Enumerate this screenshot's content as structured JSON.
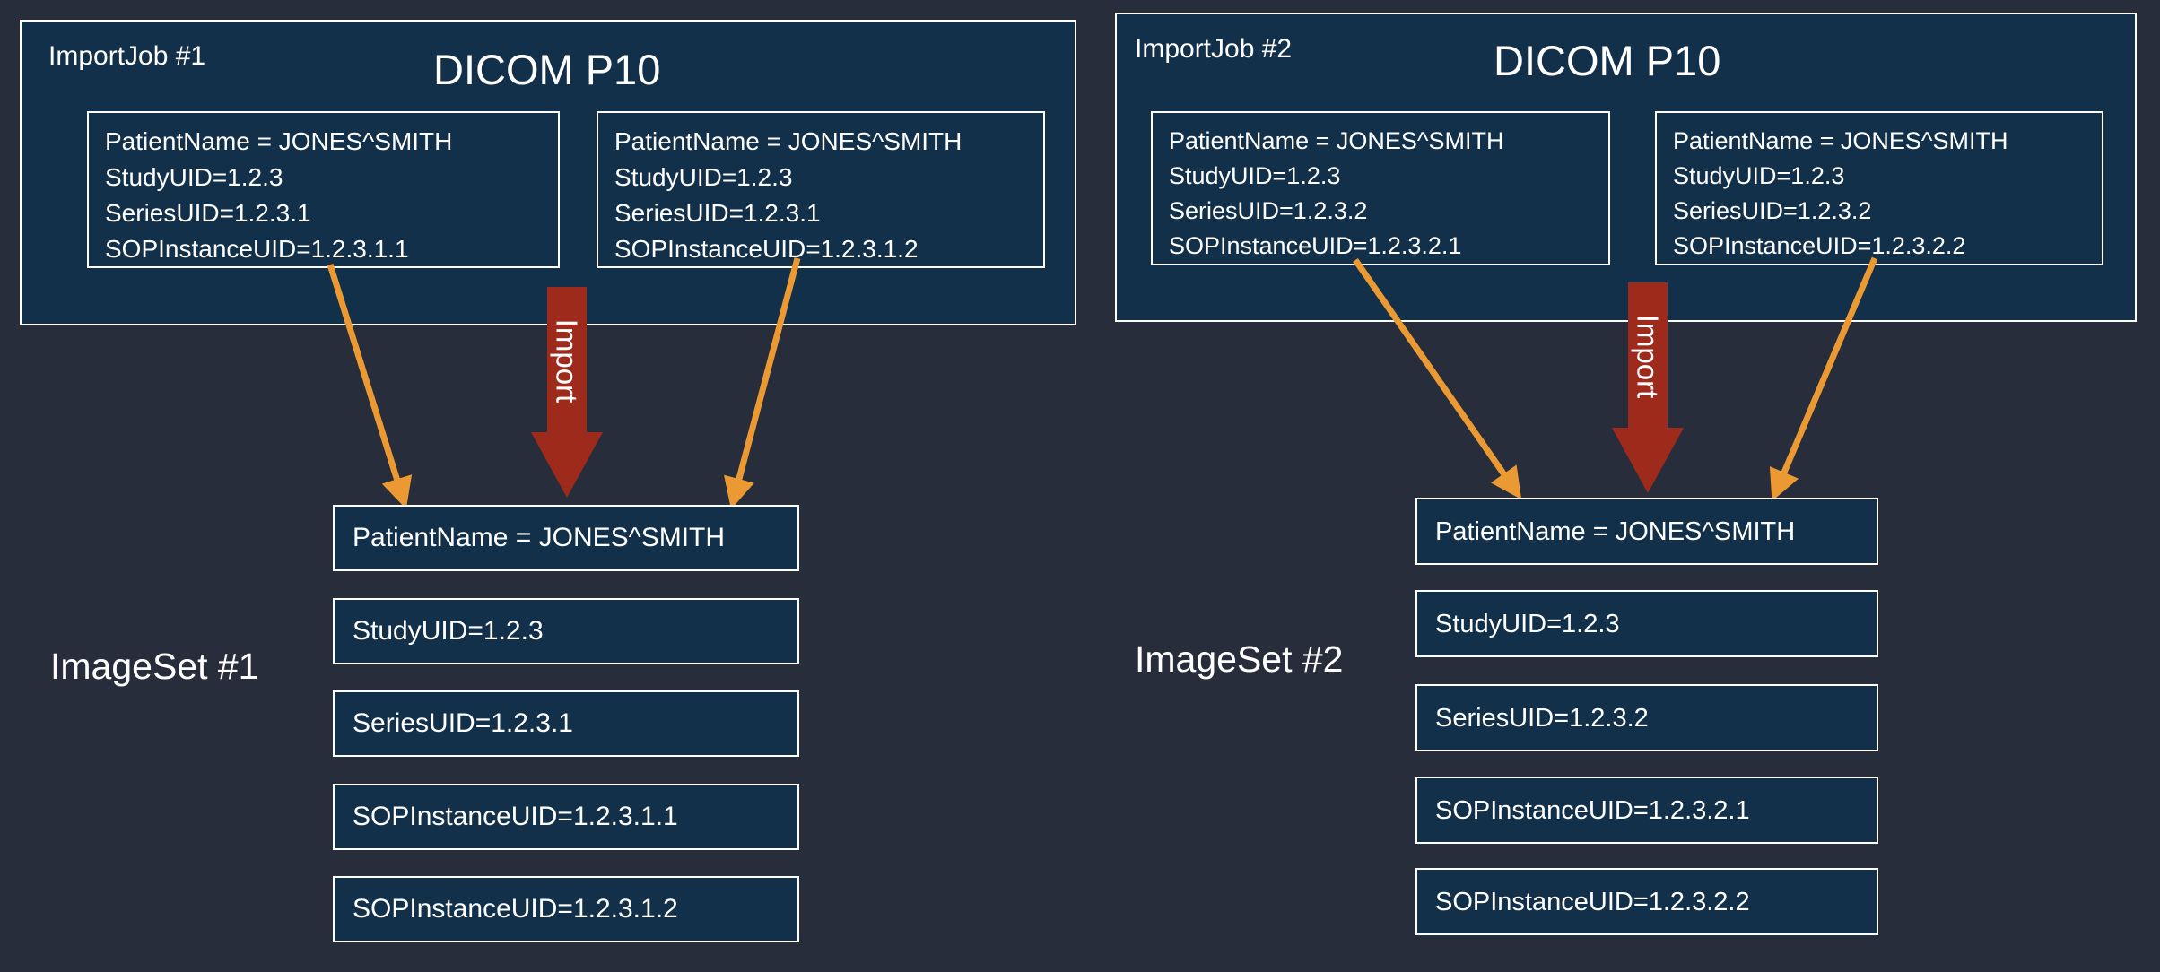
{
  "colors": {
    "background": "#272d3a",
    "panel": "#13304a",
    "border": "#ffffff",
    "import_arrow": "#9e2a1c",
    "link_arrow": "#eb9a33",
    "text": "#ffffff"
  },
  "jobs": [
    {
      "label": "ImportJob #1",
      "title": "DICOM P10",
      "instances": [
        {
          "lines": [
            "PatientName = JONES^SMITH",
            "StudyUID=1.2.3",
            "SeriesUID=1.2.3.1",
            "SOPInstanceUID=1.2.3.1.1"
          ]
        },
        {
          "lines": [
            "PatientName = JONES^SMITH",
            "StudyUID=1.2.3",
            "SeriesUID=1.2.3.1",
            "SOPInstanceUID=1.2.3.1.2"
          ]
        }
      ]
    },
    {
      "label": "ImportJob #2",
      "title": "DICOM P10",
      "instances": [
        {
          "lines": [
            "PatientName = JONES^SMITH",
            "StudyUID=1.2.3",
            "SeriesUID=1.2.3.2",
            "SOPInstanceUID=1.2.3.2.1"
          ]
        },
        {
          "lines": [
            "PatientName = JONES^SMITH",
            "StudyUID=1.2.3",
            "SeriesUID=1.2.3.2",
            "SOPInstanceUID=1.2.3.2.2"
          ]
        }
      ]
    }
  ],
  "imagesets": [
    {
      "label": "ImageSet #1",
      "attributes": [
        "PatientName = JONES^SMITH",
        "StudyUID=1.2.3",
        "SeriesUID=1.2.3.1",
        "SOPInstanceUID=1.2.3.1.1",
        "SOPInstanceUID=1.2.3.1.2"
      ]
    },
    {
      "label": "ImageSet #2",
      "attributes": [
        "PatientName = JONES^SMITH",
        "StudyUID=1.2.3",
        "SeriesUID=1.2.3.2",
        "SOPInstanceUID=1.2.3.2.1",
        "SOPInstanceUID=1.2.3.2.2"
      ]
    }
  ],
  "import_arrows": [
    {
      "label": "Import"
    },
    {
      "label": "Import"
    }
  ]
}
